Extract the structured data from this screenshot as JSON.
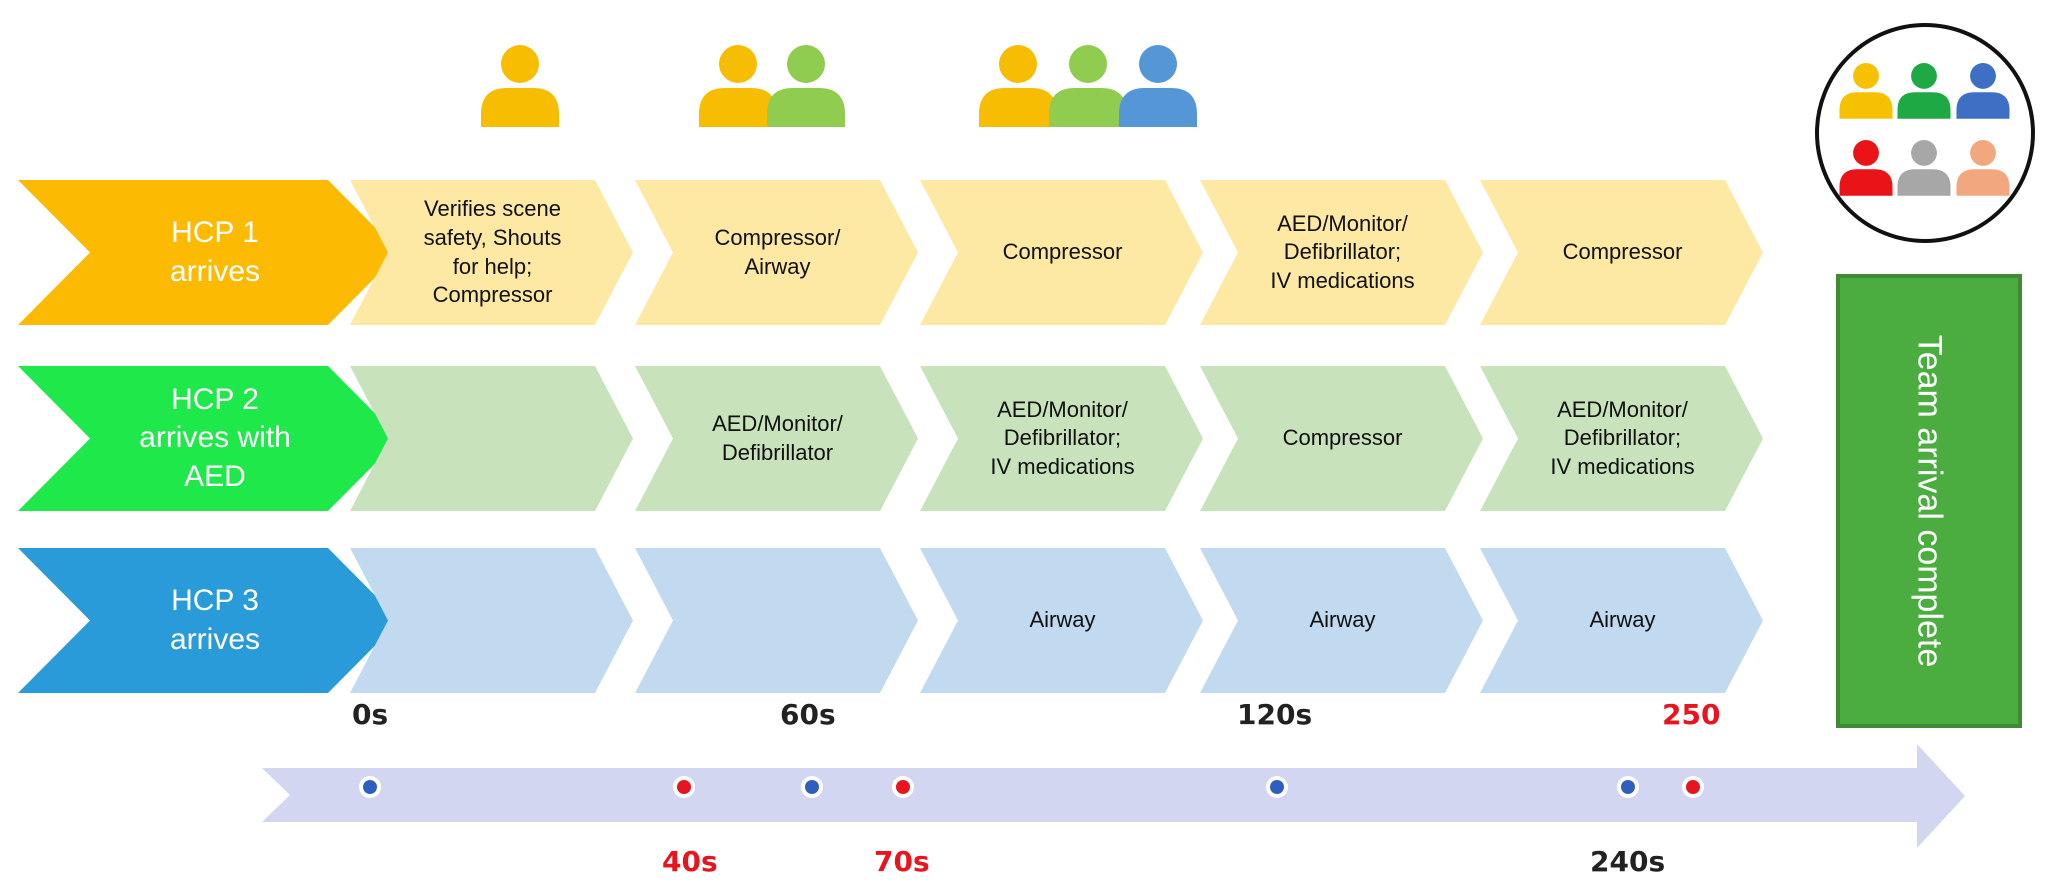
{
  "colors": {
    "hcp1": "#fcba03",
    "hcp1_stage": "#fde8a4",
    "hcp2": "#1fe84b",
    "hcp2_stage": "#c8e2bc",
    "hcp3": "#299bd8",
    "hcp3_stage": "#c2daf0",
    "timeline": "#d2d6f0",
    "marker_blue": "#2f5fbd",
    "marker_red": "#e8141e",
    "label_red": "#e8141e",
    "label_dark": "#222222",
    "team_box": "#4bad3f",
    "team_box_border": "#3f8a33",
    "person_yellow": "#f7bd03",
    "person_green": "#8fcc4f",
    "person_blue": "#5597d6",
    "team_yellow": "#f7c103",
    "team_green": "#1fa944",
    "team_blue": "#3d70c4",
    "team_red": "#ea1418",
    "team_gray": "#a7a7a7",
    "team_peach": "#f2a77f"
  },
  "lanes": [
    {
      "header": "HCP 1\narrives",
      "stages": [
        "Verifies scene\nsafety, Shouts\nfor help;\nCompressor",
        "Compressor/\nAirway",
        "Compressor",
        "AED/Monitor/\nDefibrillator;\nIV medications",
        "Compressor"
      ]
    },
    {
      "header": "HCP 2\narrives with\nAED",
      "stages": [
        "",
        "AED/Monitor/\nDefibrillator",
        "AED/Monitor/\nDefibrillator;\nIV medications",
        "Compressor",
        "AED/Monitor/\nDefibrillator;\nIV medications"
      ]
    },
    {
      "header": "HCP 3\narrives",
      "stages": [
        "",
        "",
        "Airway",
        "Airway",
        "Airway"
      ]
    }
  ],
  "team_label": "Team arrival complete",
  "people_groups": [
    [
      "person_yellow"
    ],
    [
      "person_yellow",
      "person_green"
    ],
    [
      "person_yellow",
      "person_green",
      "person_blue"
    ]
  ],
  "team_icons": [
    "team_yellow",
    "team_green",
    "team_blue",
    "team_red",
    "team_gray",
    "team_peach"
  ],
  "ticks_top": [
    {
      "label": "0s",
      "color": "label_dark"
    },
    {
      "label": "60s",
      "color": "label_dark"
    },
    {
      "label": "120s",
      "color": "label_dark"
    },
    {
      "label": "250",
      "color": "label_red"
    }
  ],
  "ticks_bottom": [
    {
      "label": "40s",
      "color": "label_red"
    },
    {
      "label": "70s",
      "color": "label_red"
    },
    {
      "label": "240s",
      "color": "label_dark"
    }
  ],
  "markers": [
    {
      "at": "0s",
      "color": "marker_blue"
    },
    {
      "at": "40s",
      "color": "marker_red"
    },
    {
      "at": "60s",
      "color": "marker_blue"
    },
    {
      "at": "70s",
      "color": "marker_red"
    },
    {
      "at": "120s",
      "color": "marker_blue"
    },
    {
      "at": "240s",
      "color": "marker_blue"
    },
    {
      "at": "250",
      "color": "marker_red"
    }
  ]
}
